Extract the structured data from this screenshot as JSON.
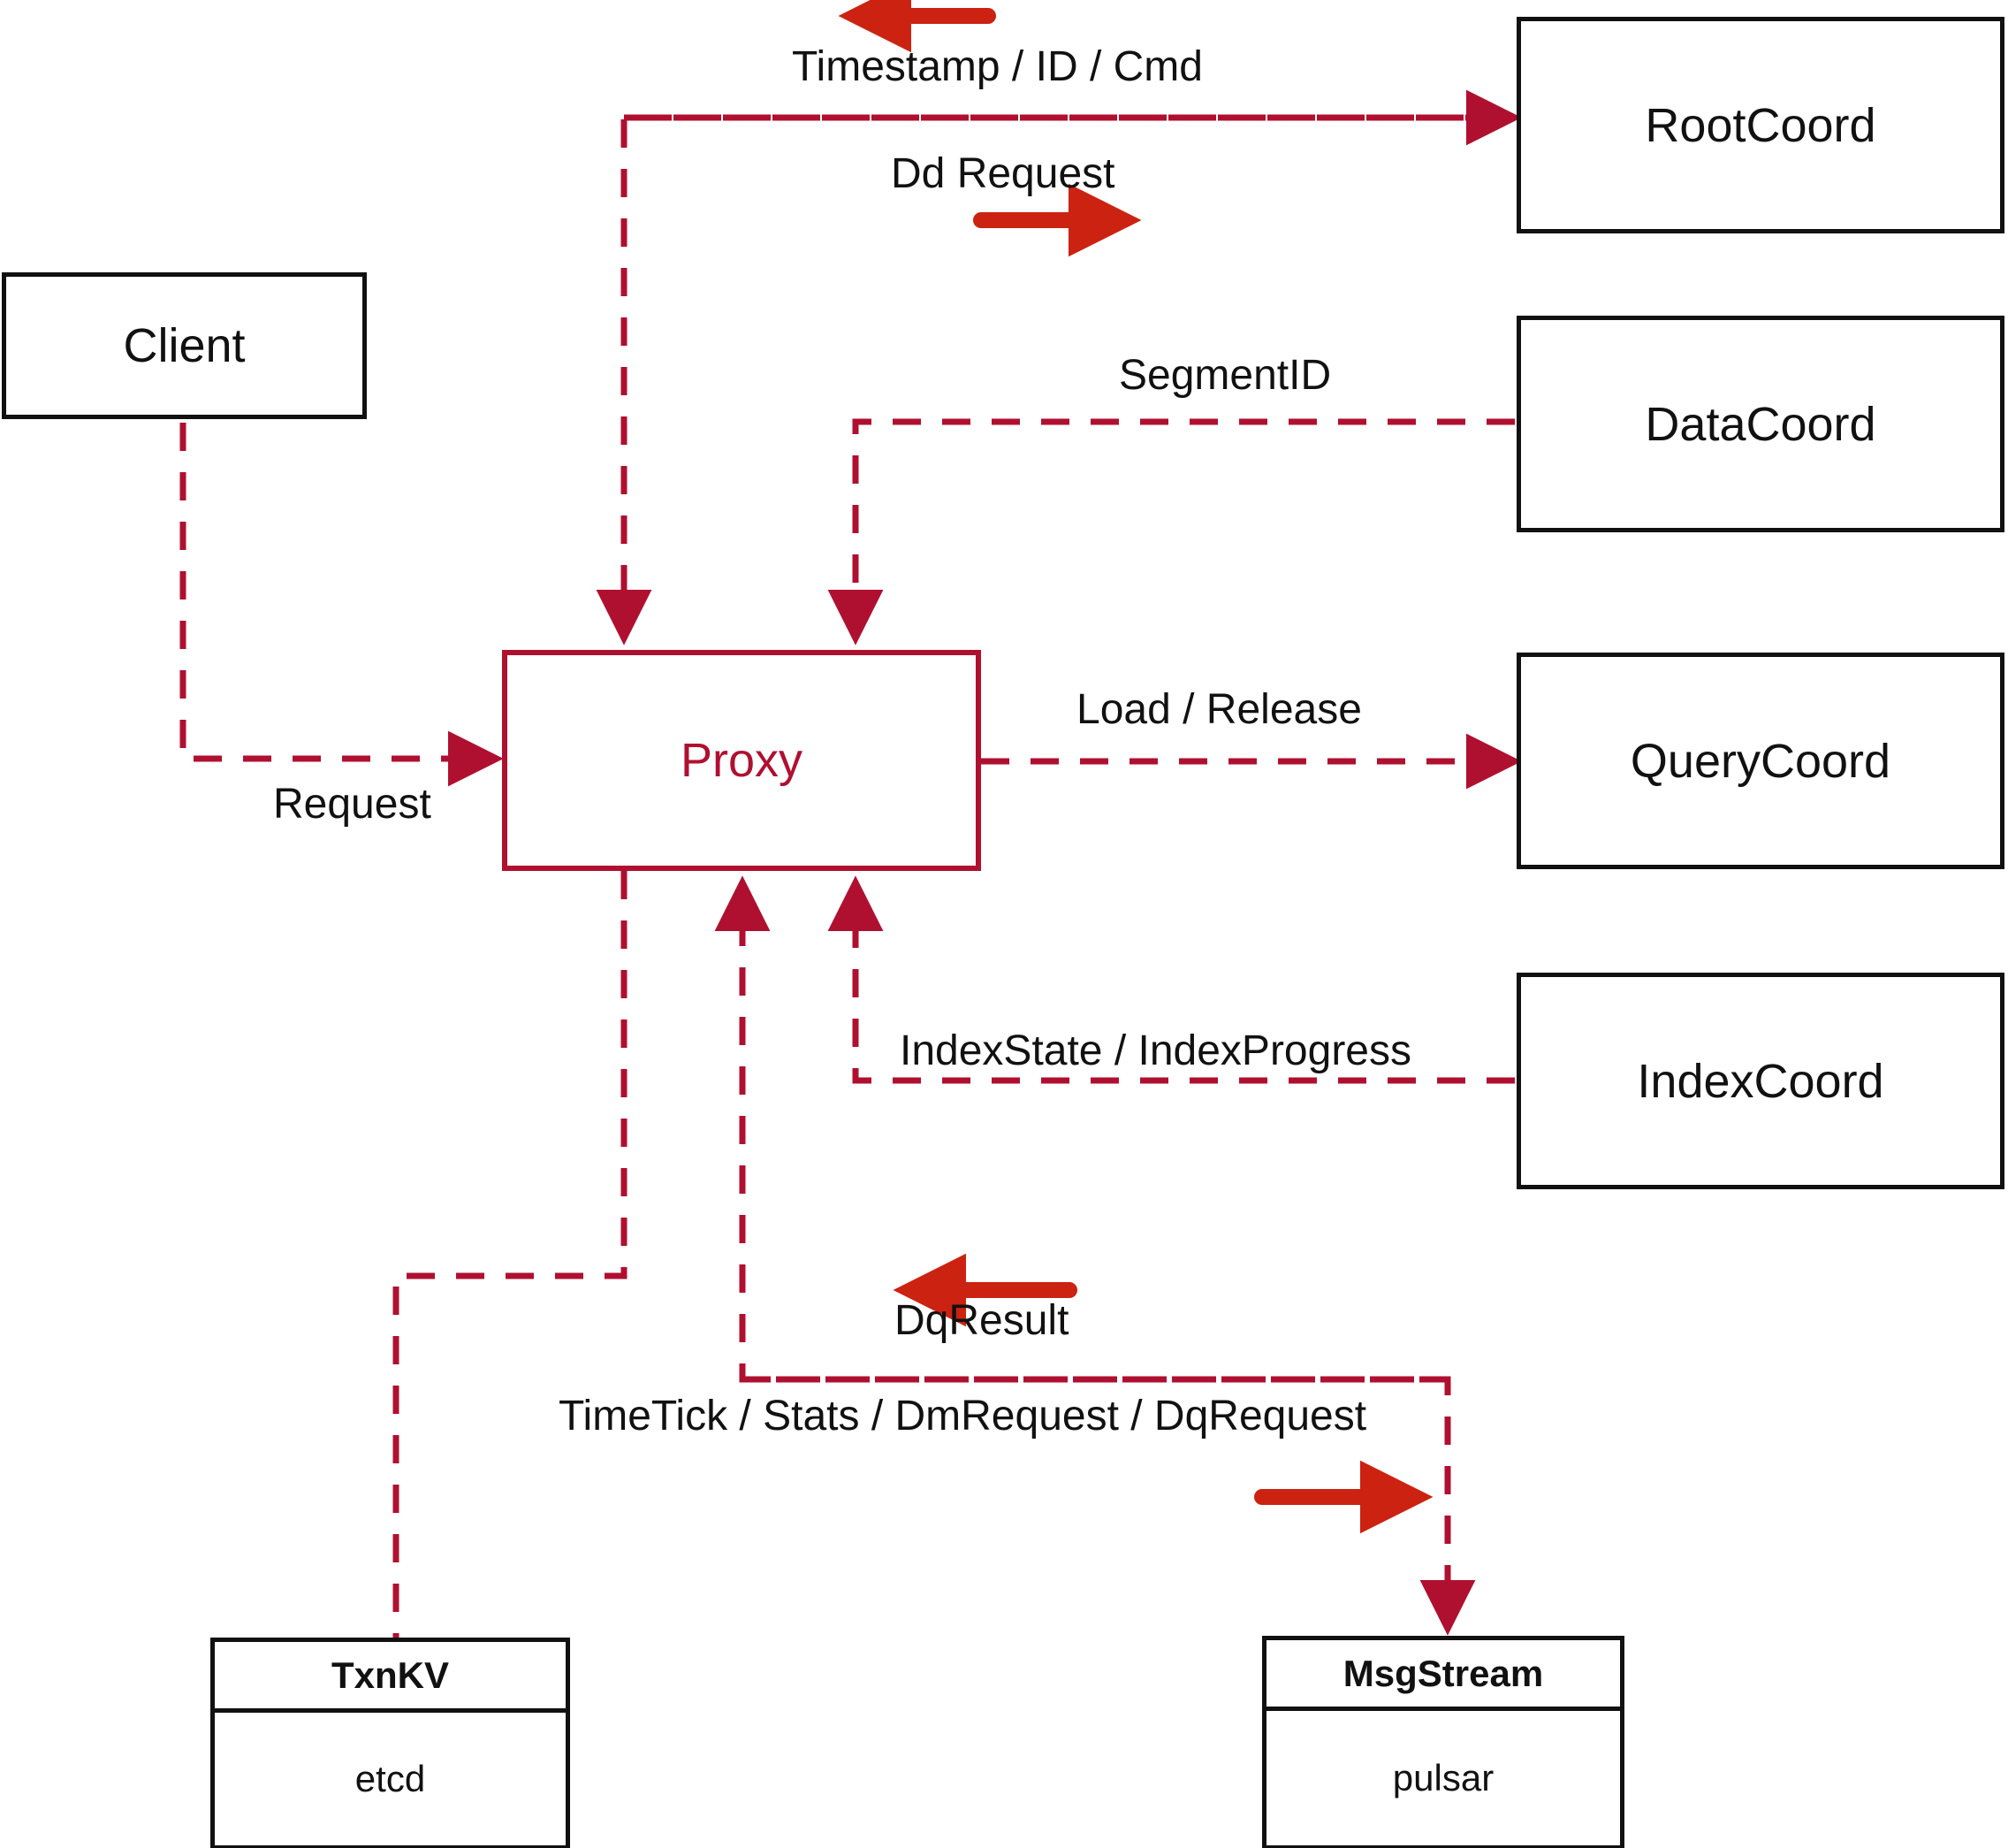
{
  "diagram": {
    "title": "Proxy component interaction diagram",
    "colors": {
      "node_border": "#111111",
      "proxy_accent": "#B01030",
      "dashed_line": "#B01030",
      "solid_arrow": "#CC2211",
      "background": "#FFFFFF"
    }
  },
  "nodes": {
    "client": {
      "label": "Client"
    },
    "proxy": {
      "label": "Proxy"
    },
    "root_coord": {
      "label": "RootCoord"
    },
    "data_coord": {
      "label": "DataCoord"
    },
    "query_coord": {
      "label": "QueryCoord"
    },
    "index_coord": {
      "label": "IndexCoord"
    },
    "txnkv": {
      "head": "TxnKV",
      "body": "etcd"
    },
    "msgstream": {
      "head": "MsgStream",
      "body": "pulsar"
    }
  },
  "edges": [
    {
      "id": "timestamp-id-cmd",
      "label": "Timestamp / ID / Cmd",
      "from": "RootCoord",
      "to": "Proxy",
      "direction": "left"
    },
    {
      "id": "dd-request",
      "label": "Dd Request",
      "from": "Proxy",
      "to": "RootCoord",
      "direction": "right"
    },
    {
      "id": "segment-id",
      "label": "SegmentID",
      "from": "DataCoord",
      "to": "Proxy",
      "direction": "left"
    },
    {
      "id": "load-release",
      "label": "Load / Release",
      "from": "Proxy",
      "to": "QueryCoord",
      "direction": "right"
    },
    {
      "id": "index-state-progress",
      "label": "IndexState / IndexProgress",
      "from": "IndexCoord",
      "to": "Proxy",
      "direction": "left"
    },
    {
      "id": "request",
      "label": "Request",
      "from": "Client",
      "to": "Proxy",
      "direction": "right"
    },
    {
      "id": "dq-result",
      "label": "DqResult",
      "from": "MsgStream",
      "to": "Proxy",
      "direction": "left"
    },
    {
      "id": "timetick-stats-dm-dq",
      "label": "TimeTick / Stats / DmRequest / DqRequest",
      "from": "Proxy",
      "to": "MsgStream",
      "direction": "right"
    }
  ],
  "labels": {
    "timestamp_id_cmd": "Timestamp / ID / Cmd",
    "dd_request": "Dd Request",
    "segment_id": "SegmentID",
    "load_release": "Load / Release",
    "index_state_progress": "IndexState / IndexProgress",
    "request": "Request",
    "dq_result": "DqResult",
    "timetick_stats": "TimeTick / Stats / DmRequest / DqRequest"
  }
}
